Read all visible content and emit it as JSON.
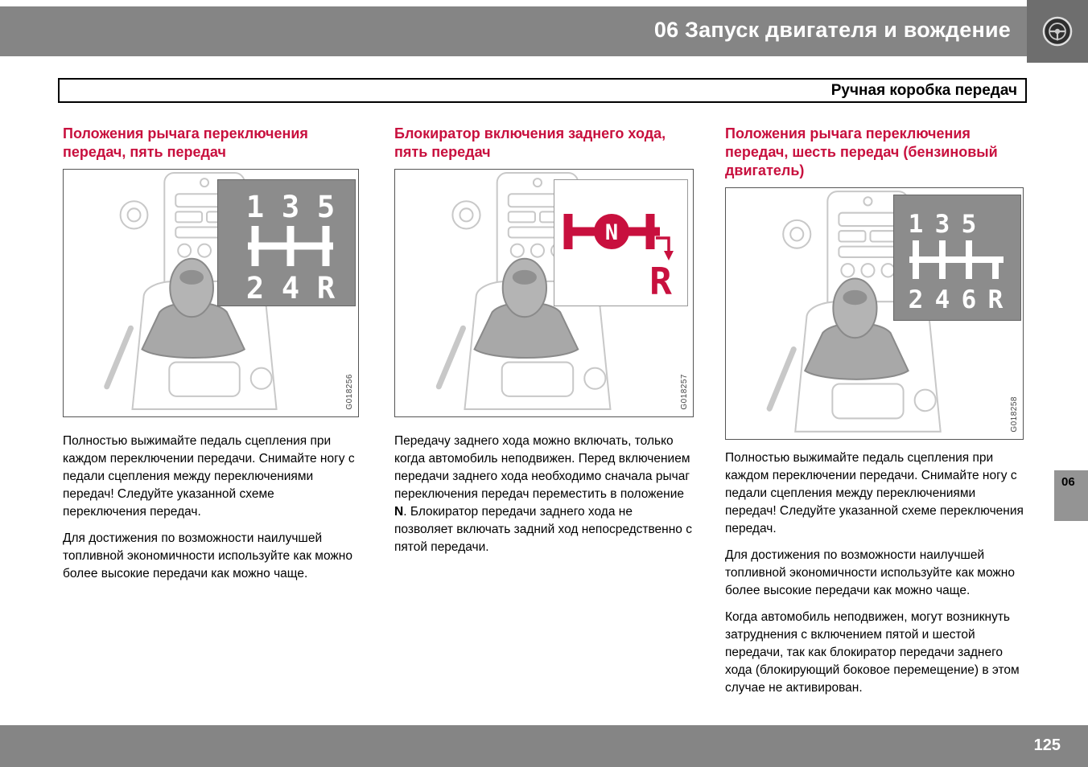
{
  "header": {
    "chapter_title": "06 Запуск двигателя и вождение",
    "logo_icon": "steering-wheel-icon"
  },
  "section_bar": {
    "title": "Ручная коробка передач"
  },
  "side_tab": {
    "label": "06"
  },
  "footer": {
    "page_number": "125"
  },
  "colors": {
    "header_gray": "#858585",
    "logo_box_gray": "#6e6e6e",
    "accent_red": "#c8103e",
    "diagram_gray": "#8c8c8c"
  },
  "columns": [
    {
      "heading": "Положения рычага переключения передач, пять передач",
      "figure": {
        "code": "G018256",
        "shift_pattern": {
          "type": "5-speed",
          "top": [
            "1",
            "3",
            "5"
          ],
          "bottom": [
            "2",
            "4",
            "R"
          ]
        }
      },
      "paragraphs": [
        "Полностью выжимайте педаль сцепления при каждом переключении передачи. Снимайте ногу с педали сцепления между переключениями передач! Следуйте указанной схеме переключения передач.",
        "Для достижения по возможности наилучшей топливной экономичности используйте как можно более высокие передачи как можно чаще."
      ]
    },
    {
      "heading": "Блокиратор включения заднего хода, пять передач",
      "figure": {
        "code": "G018257",
        "shift_pattern": {
          "type": "reverse-lockout",
          "labels": [
            "N",
            "R"
          ]
        }
      },
      "paragraph_parts": [
        "Передачу заднего хода можно включать, только когда автомобиль неподвижен. Перед включением передачи заднего хода необходимо сначала рычаг переключения передач переместить в положение ",
        "N",
        ". Блокиратор передачи заднего хода не позволяет включать задний ход непосредственно с пятой передачи."
      ]
    },
    {
      "heading": "Положения рычага переключения передач, шесть передач (бензиновый двигатель)",
      "figure": {
        "code": "G018258",
        "shift_pattern": {
          "type": "6-speed",
          "top": [
            "1",
            "3",
            "5"
          ],
          "bottom": [
            "2",
            "4",
            "6",
            "R"
          ]
        }
      },
      "paragraphs": [
        "Полностью выжимайте педаль сцепления при каждом переключении передачи. Снимайте ногу с педали сцепления между переключениями передач! Следуйте указанной схеме переключения передач.",
        "Для достижения по возможности наилучшей топливной экономичности используйте как можно более высокие передачи как можно чаще.",
        "Когда автомобиль неподвижен, могут возникнуть затруднения с включением пятой и шестой передачи, так как блокиратор передачи заднего хода (блокирующий боковое перемещение) в этом случае не активирован."
      ]
    }
  ]
}
